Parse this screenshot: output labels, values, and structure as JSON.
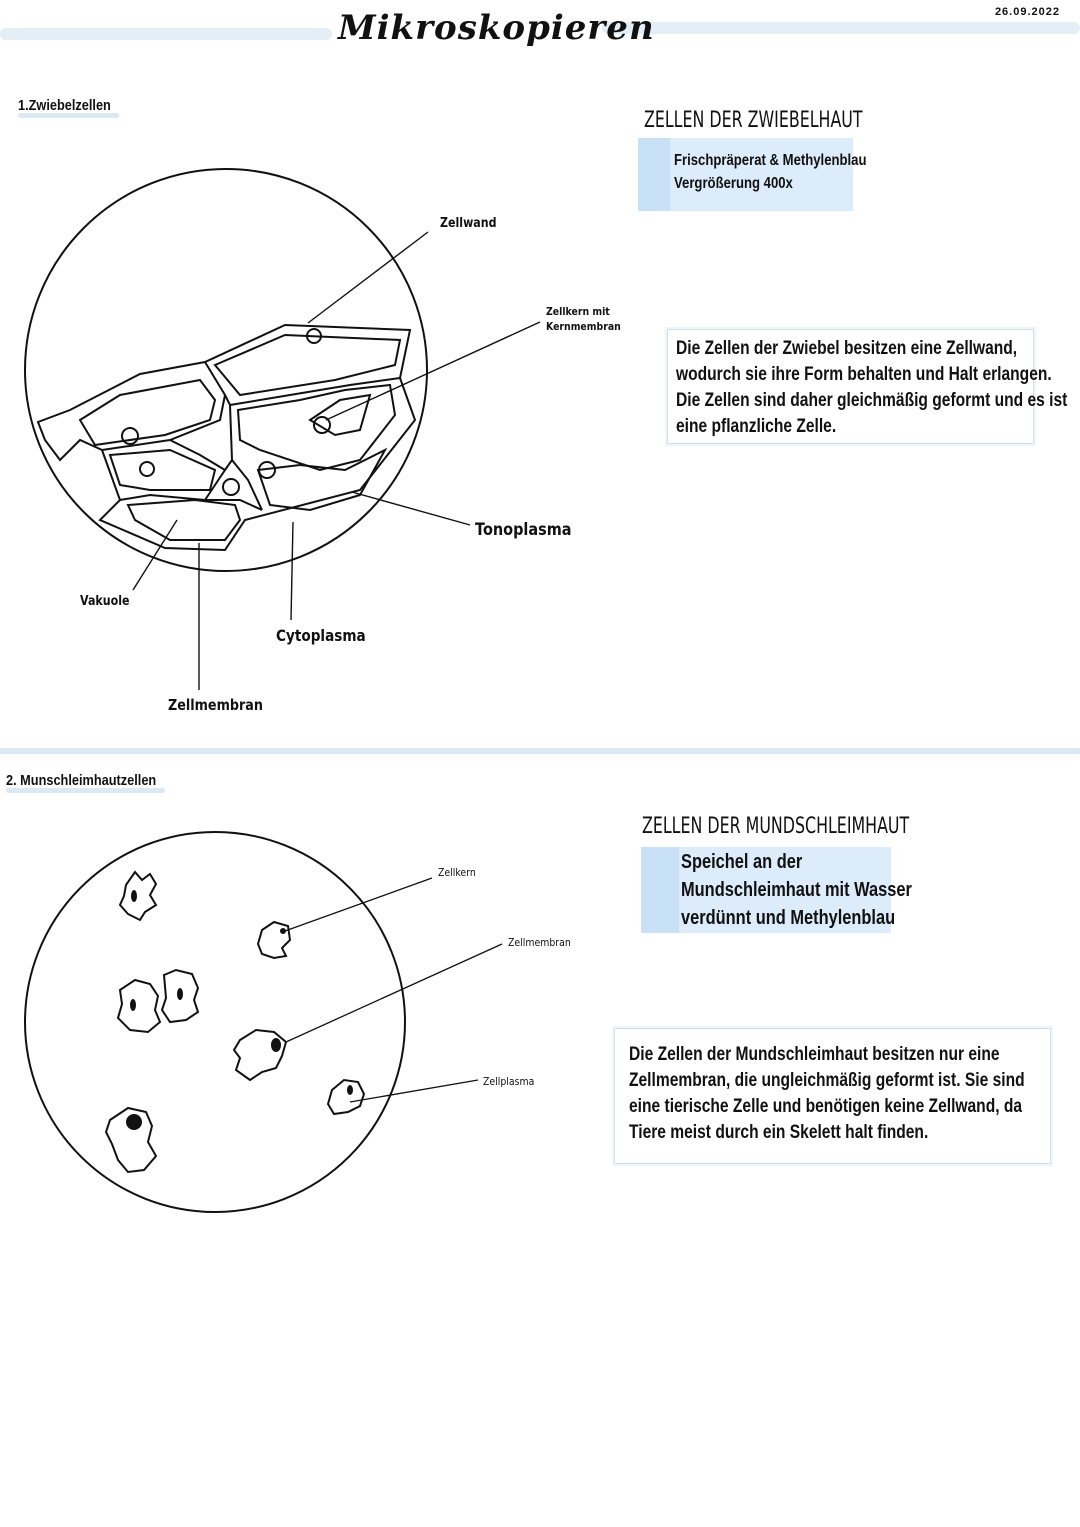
{
  "header": {
    "title": "Mikroskopieren",
    "date": "26.09.2022"
  },
  "section1": {
    "heading": "1.Zwiebelzellen",
    "caps_title": "ZELLEN DER ZWIEBELHAUT",
    "info_lines": [
      "Frischpräperat & Methylenblau",
      "Vergrößerung 400x"
    ],
    "description_lines": [
      "Die Zellen der Zwiebel besitzen eine Zellwand,",
      "wodurch sie ihre Form behalten und Halt erlangen.",
      "Die Zellen sind daher gleichmäßig geformt und es ist",
      "eine pflanzliche Zelle."
    ],
    "labels": {
      "zellwand": "Zellwand",
      "zellkern_line1": "Zellkern mit",
      "zellkern_line2": "Kernmembran",
      "tonoplasma": "Tonoplasma",
      "vakuole": "Vakuole",
      "cytoplasma": "Cytoplasma",
      "zellmembran": "Zellmembran"
    }
  },
  "section2": {
    "heading": "2. Munschleimhautzellen",
    "caps_title": "ZELLEN DER MUNDSCHLEIMHAUT",
    "info_lines": [
      "Speichel an der",
      "Mundschleimhaut mit Wasser",
      "verdünnt und Methylenblau"
    ],
    "description_lines": [
      "Die Zellen der Mundschleimhaut besitzen nur eine",
      "Zellmembran, die ungleichmäßig geformt ist. Sie sind",
      "eine tierische Zelle und benötigen keine Zellwand, da",
      "Tiere meist durch ein Skelett halt finden."
    ],
    "labels": {
      "zellkern": "Zellkern",
      "zellmembran": "Zellmembran",
      "zellplasma": "Zellplasma"
    }
  },
  "colors": {
    "highlight": "#e4eef6",
    "info_box": "#dcecfa",
    "divider": "#d9eaf6"
  }
}
